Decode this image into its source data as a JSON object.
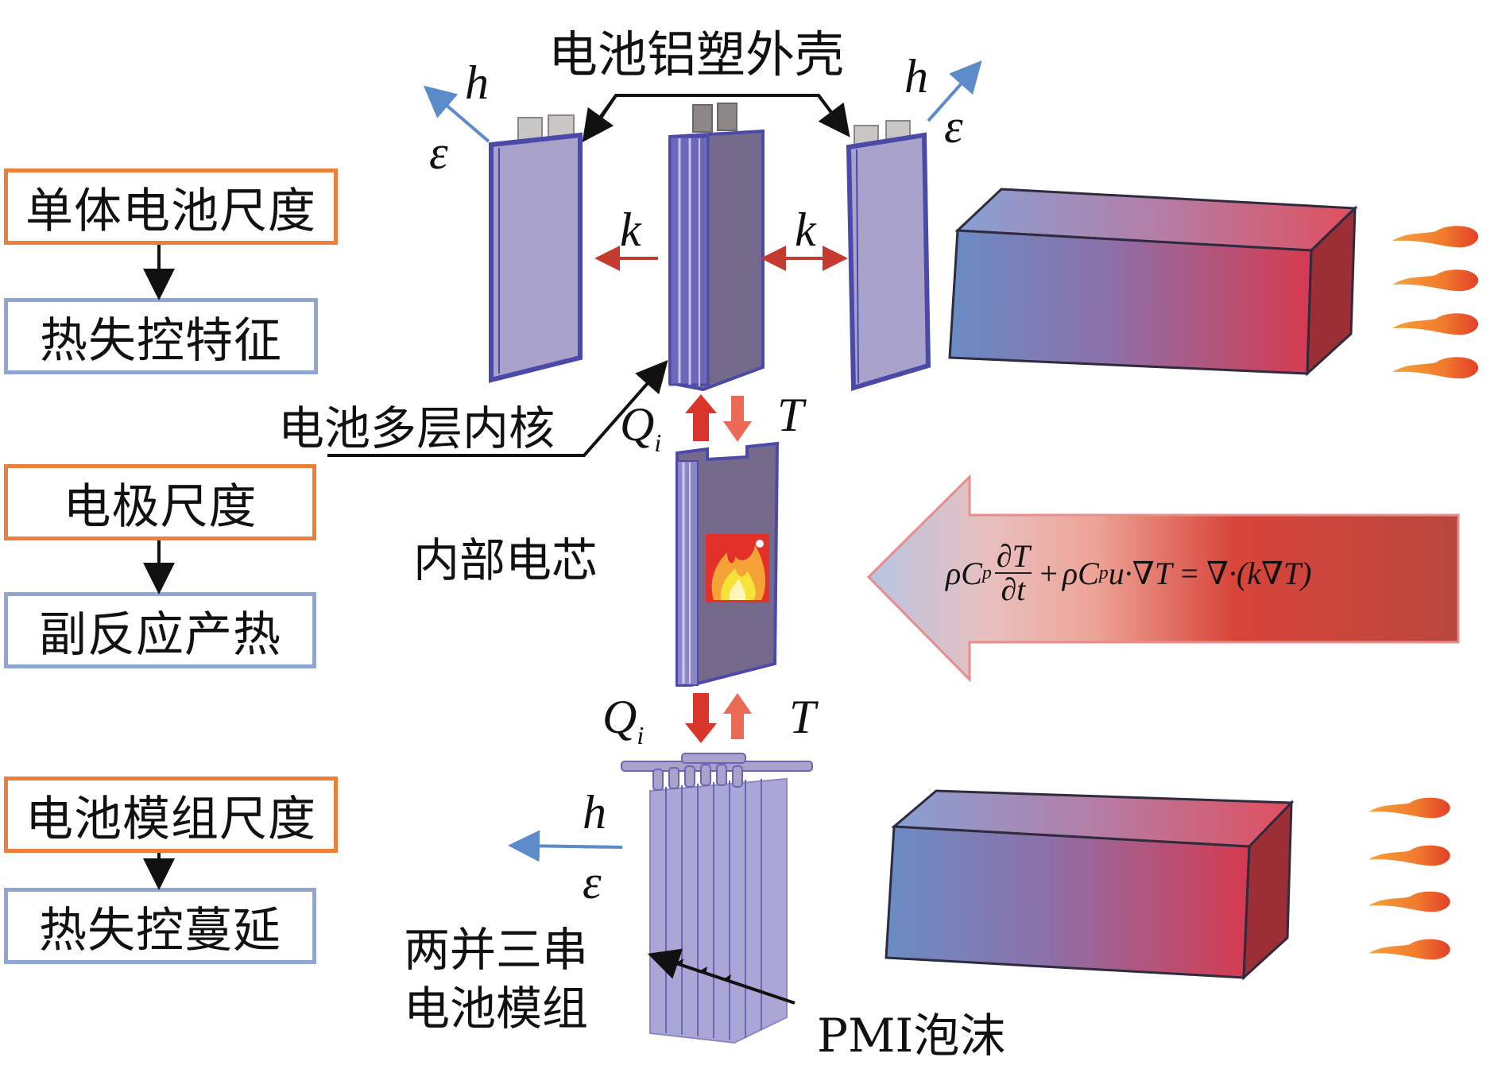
{
  "scales": [
    {
      "scale_label": "单体电池尺度",
      "result_label": "热失控特征"
    },
    {
      "scale_label": "电极尺度",
      "result_label": "副反应产热"
    },
    {
      "scale_label": "电池模组尺度",
      "result_label": "热失控蔓延"
    }
  ],
  "annotations": {
    "pouch_shell": "电池铝塑外壳",
    "multilayer_core": "电池多层内核",
    "internal_cell": "内部电芯",
    "module_line1": "两并三串",
    "module_line2": "电池模组",
    "pmi_foam": "PMI泡沫"
  },
  "symbols": {
    "h": "h",
    "epsilon": "ε",
    "k": "k",
    "Q": "Q",
    "Q_sub": "i",
    "T": "T"
  },
  "equation": {
    "rho": "ρ",
    "C": "C",
    "p": "p",
    "dT": "∂T",
    "dt": "∂t",
    "plus": "+",
    "middle": "ρC",
    "u_grad": "u·∇T",
    "equals": "=",
    "rhs": "∇·(k∇T)"
  },
  "colors": {
    "scale_border": "#ee7f3a",
    "result_border": "#8fa6d3",
    "cell_light": "#a9a3cc",
    "cell_dark": "#756a8c",
    "cell_edge": "#4b4aa8",
    "arrow_red": "#d9352b",
    "arrow_blue": "#5b8bc8",
    "block_cold": "#6a8cc4",
    "block_hot": "#d63a4f"
  }
}
